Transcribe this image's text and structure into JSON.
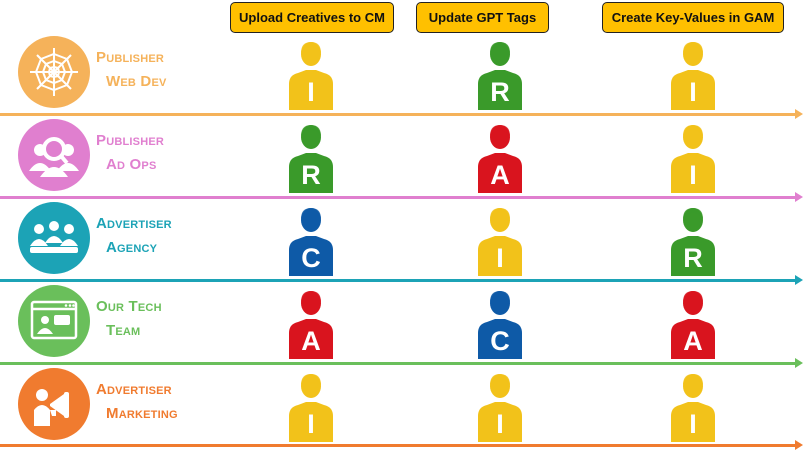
{
  "tasks": [
    {
      "label": "Upload Creatives to CM"
    },
    {
      "label": "Update GPT Tags"
    },
    {
      "label": "Create Key-Values in GAM"
    }
  ],
  "roles": [
    {
      "line1": "Publisher",
      "line2": "Web Dev",
      "color": "#f5b25a",
      "icon": "spider-web-icon",
      "assignments": [
        "I",
        "R",
        "I"
      ]
    },
    {
      "line1": "Publisher",
      "line2": "Ad Ops",
      "color": "#e07fcf",
      "icon": "magnifier-team-icon",
      "assignments": [
        "R",
        "A",
        "I"
      ]
    },
    {
      "line1": "Advertiser",
      "line2": "Agency",
      "color": "#1ca3b6",
      "icon": "meeting-group-icon",
      "assignments": [
        "C",
        "I",
        "R"
      ]
    },
    {
      "line1": "Our Tech",
      "line2": "Team",
      "color": "#6abf5b",
      "icon": "video-screen-icon",
      "assignments": [
        "A",
        "C",
        "A"
      ]
    },
    {
      "line1": "Advertiser",
      "line2": "Marketing",
      "color": "#f07b2f",
      "icon": "megaphone-icon",
      "assignments": [
        "I",
        "I",
        "I"
      ]
    }
  ],
  "legend_colors": {
    "R": "#3a9a2a",
    "A": "#d9141e",
    "C": "#0e5aa7",
    "I": "#f2c21a"
  },
  "header_color": "#ffc000"
}
